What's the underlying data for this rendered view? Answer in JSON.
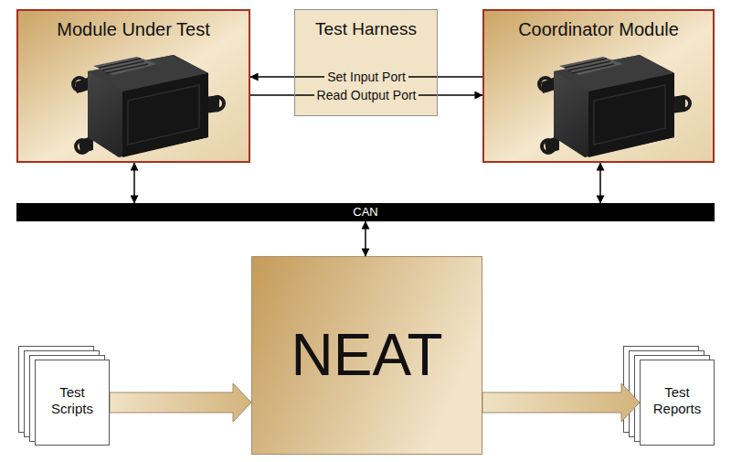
{
  "diagram": {
    "nodes": [
      {
        "text": [
          "Module Under Test"
        ]
      },
      {
        "text": [
          "Test Harness"
        ]
      },
      {
        "text": [
          "Coordinator Module"
        ]
      },
      {
        "text": [
          "CAN"
        ]
      },
      {
        "text": [
          "NEAT"
        ]
      },
      {
        "text": [
          "Test Scripts"
        ]
      },
      {
        "text": [
          "Test Reports"
        ]
      }
    ],
    "edges": [
      {
        "from": 2,
        "to": 0,
        "arrow": "to",
        "label": "Set Input Port"
      },
      {
        "from": 0,
        "to": 2,
        "arrow": "to",
        "label": "Read Output Port"
      },
      {
        "from": 0,
        "to": 3,
        "arrow": "both"
      },
      {
        "from": 2,
        "to": 3,
        "arrow": "both"
      },
      {
        "from": 3,
        "to": 4,
        "arrow": "both"
      },
      {
        "from": 5,
        "to": 4,
        "arrow": "to"
      },
      {
        "from": 4,
        "to": 6,
        "arrow": "to"
      }
    ]
  }
}
